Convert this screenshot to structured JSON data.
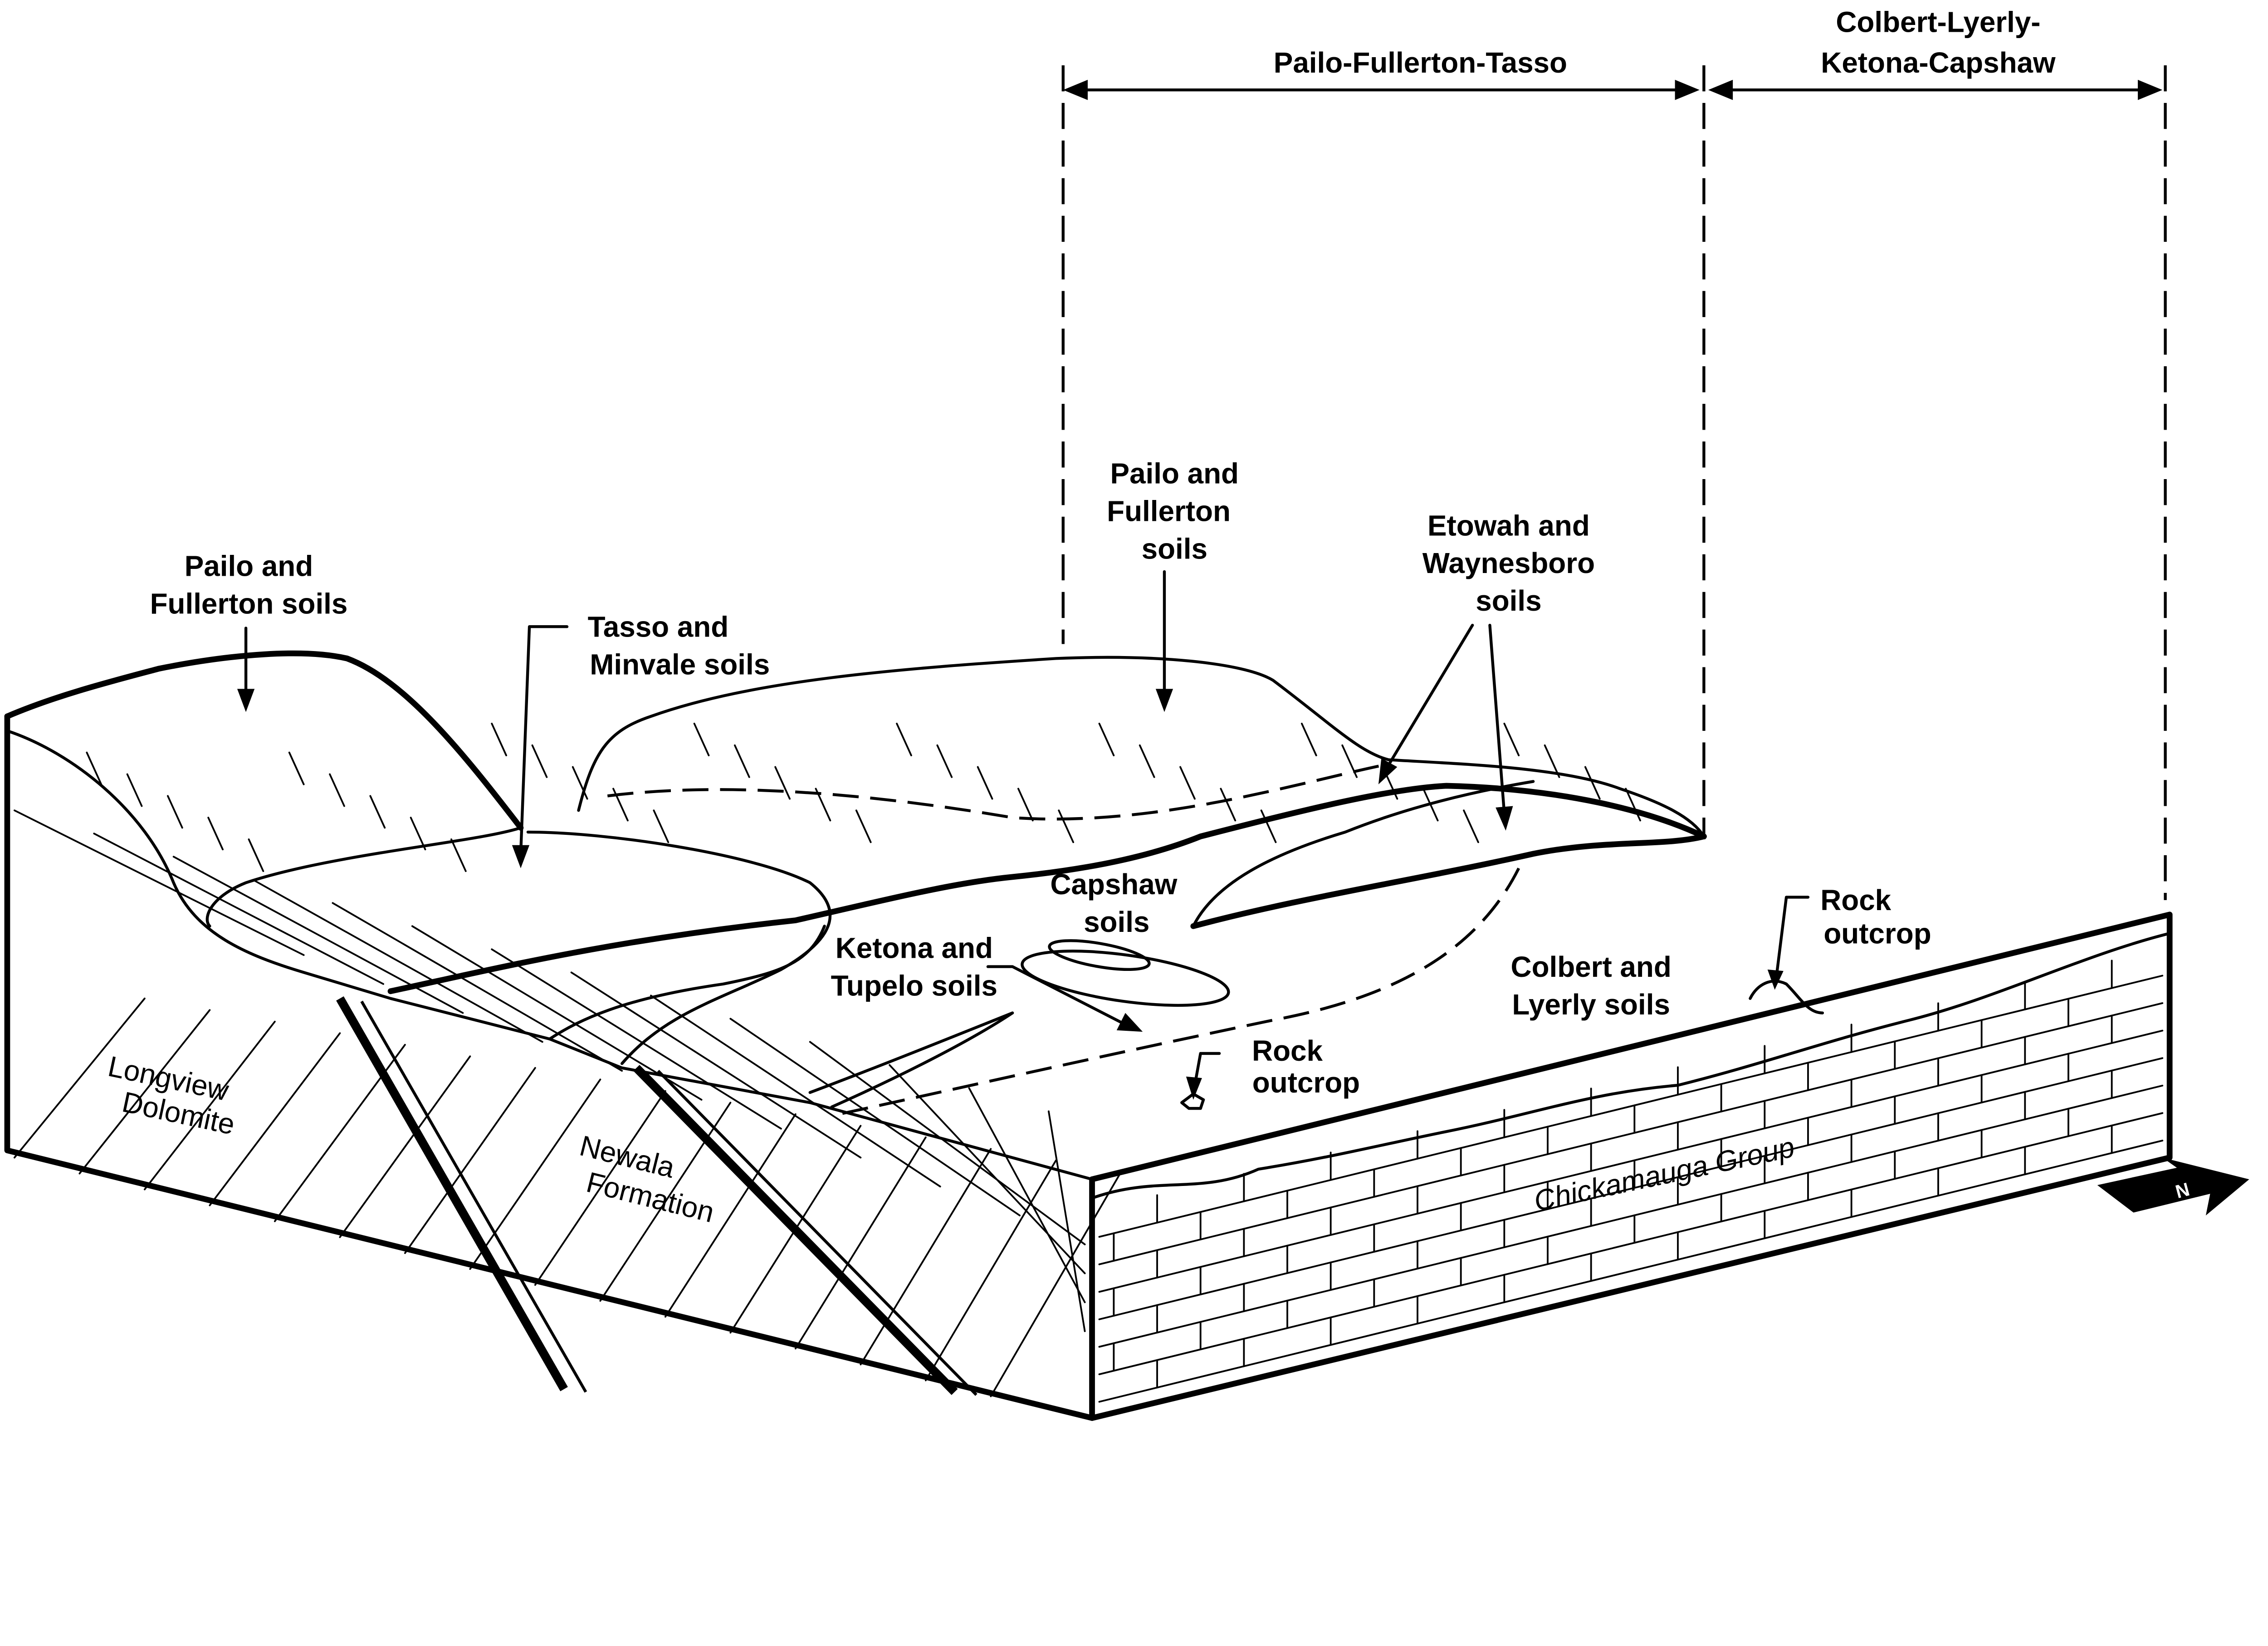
{
  "header": {
    "range_1": "Pailo-Fullerton-Tasso",
    "range_2_line1": "Colbert-Lyerly-",
    "range_2_line2": "Ketona-Capshaw"
  },
  "soil_labels": {
    "left_pailo": [
      "Pailo and",
      "Fullerton soils"
    ],
    "tasso": [
      "Tasso and",
      "Minvale soils"
    ],
    "center_pailo": [
      "Pailo and",
      "Fullerton",
      "soils"
    ],
    "etowah": [
      "Etowah and",
      "Waynesboro",
      "soils"
    ],
    "capshaw": [
      "Capshaw",
      "soils"
    ],
    "ketona": [
      "Ketona and",
      "Tupelo soils"
    ],
    "colbert": [
      "Colbert and",
      "Lyerly soils"
    ],
    "rock_outcrop_center": [
      "Rock",
      "outcrop"
    ],
    "rock_outcrop_right": [
      "Rock",
      "outcrop"
    ]
  },
  "geology_labels": {
    "longview": [
      "Longview",
      "Dolomite"
    ],
    "newala": [
      "Newala",
      "Formation"
    ],
    "chickamauga": "Chickamauga Group"
  },
  "north_arrow": {
    "letter": "N",
    "icon": "north-arrow-icon"
  },
  "colors": {
    "ink": "#000000",
    "paper": "#ffffff"
  }
}
